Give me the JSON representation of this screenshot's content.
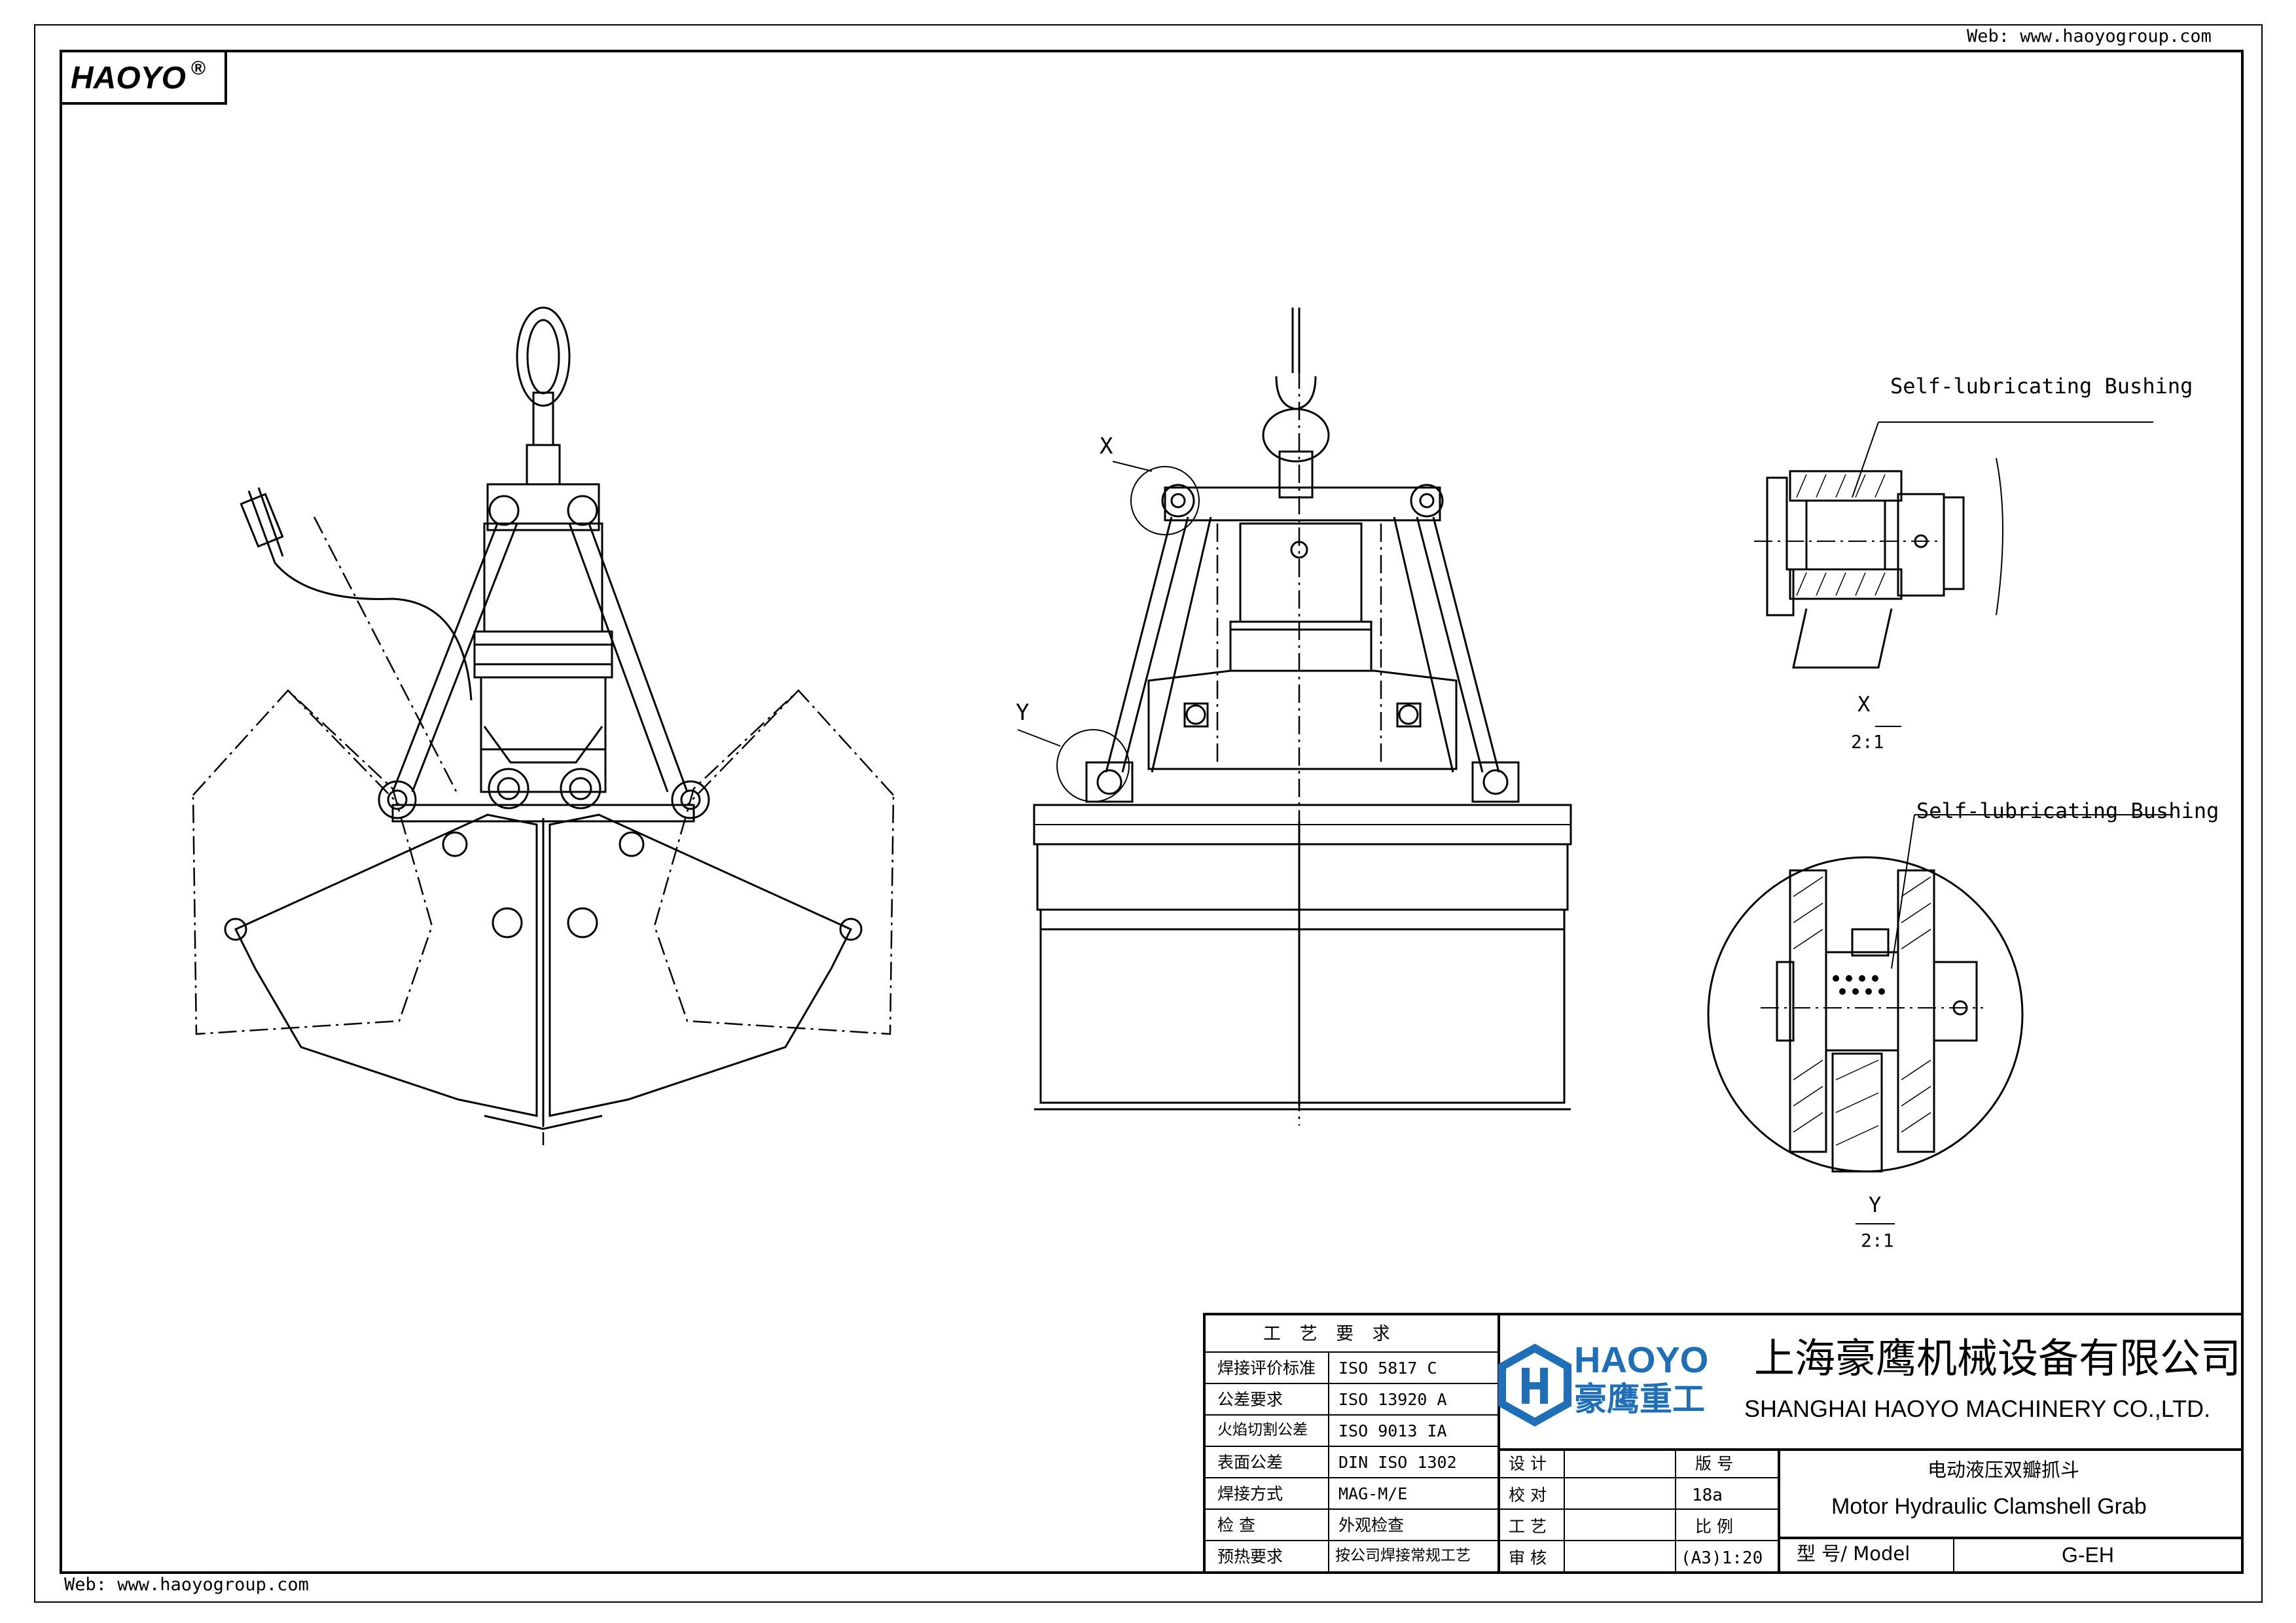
{
  "header": {
    "web_top": "Web: www.haoyogroup.com",
    "web_bottom": "Web: www.haoyogroup.com",
    "brand_box": "HAOYO",
    "brand_reg": "®"
  },
  "drawing": {
    "callout_x": "X",
    "callout_y": "Y",
    "detail_x_label": "Self-lubricating Bushing",
    "detail_y_label": "Self-lubricating Bushing",
    "detail_x_name": "X",
    "detail_x_scale": "2:1",
    "detail_y_name": "Y",
    "detail_y_scale": "2:1"
  },
  "title_block": {
    "requirements_header": "工 艺 要 求",
    "requirements": [
      {
        "label": "焊接评价标准",
        "value": "ISO 5817 C"
      },
      {
        "label": "公差要求",
        "value": "ISO 13920 A"
      },
      {
        "label": "火焰切割公差",
        "value": "ISO 9013 IA"
      },
      {
        "label": "表面公差",
        "value": "DIN ISO 1302"
      },
      {
        "label": "焊接方式",
        "value": "MAG-M/E"
      },
      {
        "label": "检 查",
        "value": "外观检查"
      },
      {
        "label": "预热要求",
        "value": "按公司焊接常规工艺"
      }
    ],
    "roles": [
      {
        "label": "设 计",
        "value": ""
      },
      {
        "label": "校 对",
        "value": ""
      },
      {
        "label": "工 艺",
        "value": ""
      },
      {
        "label": "审 核",
        "value": ""
      }
    ],
    "version_label": "版 号",
    "version_value": "18a",
    "scale_label": "比 例",
    "scale_value": "(A3)1:20",
    "logo_word": "HAOYO",
    "logo_cn": "豪鹰重工",
    "company_cn": "上海豪鹰机械设备有限公司",
    "company_en": "SHANGHAI HAOYO MACHINERY CO.,LTD.",
    "product_cn": "电动液压双瓣抓斗",
    "product_en": "Motor Hydraulic Clamshell Grab",
    "model_label": "型 号/ Model",
    "model_value": "G-EH",
    "colors": {
      "logo_blue": "#1f6fb8",
      "ink": "#000000"
    }
  }
}
